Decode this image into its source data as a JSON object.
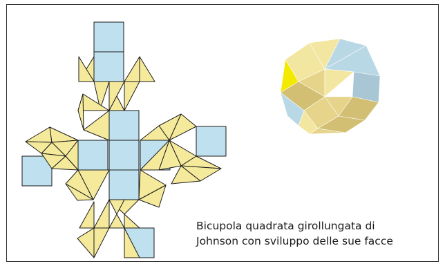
{
  "caption": {
    "line1": "Bicupola quadrata girollungata di",
    "line2": "Johnson con sviluppo delle sue facce"
  },
  "colors": {
    "square_face": "#bfe0ee",
    "triangle_face": "#f5ea9c",
    "edge": "#1a1a1a",
    "frame": "#333333",
    "solid_yellow_light": "#f3e6a0",
    "solid_yellow": "#e6d48a",
    "solid_yellow_dark": "#d2bf73",
    "solid_blue": "#b9d8e6",
    "solid_blue_shade": "#a9c6d4",
    "solid_accent": "#f4e900"
  },
  "net": {
    "square_count": 10,
    "triangle_count": 32
  }
}
